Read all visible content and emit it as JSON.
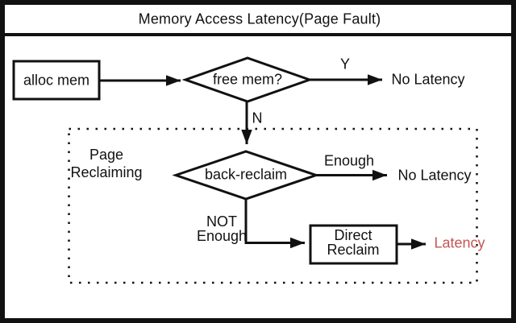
{
  "diagram": {
    "title": "Memory Access Latency(Page Fault)",
    "nodes": {
      "alloc_mem": "alloc mem",
      "free_mem": "free mem?",
      "back_reclaim": "back-reclaim",
      "direct_reclaim_line1": "Direct",
      "direct_reclaim_line2": "Reclaim"
    },
    "region": {
      "label_line1": "Page",
      "label_line2": "Reclaiming"
    },
    "edge_labels": {
      "yes": "Y",
      "no": "N",
      "enough": "Enough",
      "not_enough_line1": "NOT",
      "not_enough_line2": "Enough"
    },
    "outcomes": {
      "no_latency_free": "No Latency",
      "no_latency_reclaim": "No Latency",
      "latency": "Latency"
    },
    "colors": {
      "ink": "#111111",
      "latency_red": "#c75553",
      "background": "#ffffff"
    }
  }
}
